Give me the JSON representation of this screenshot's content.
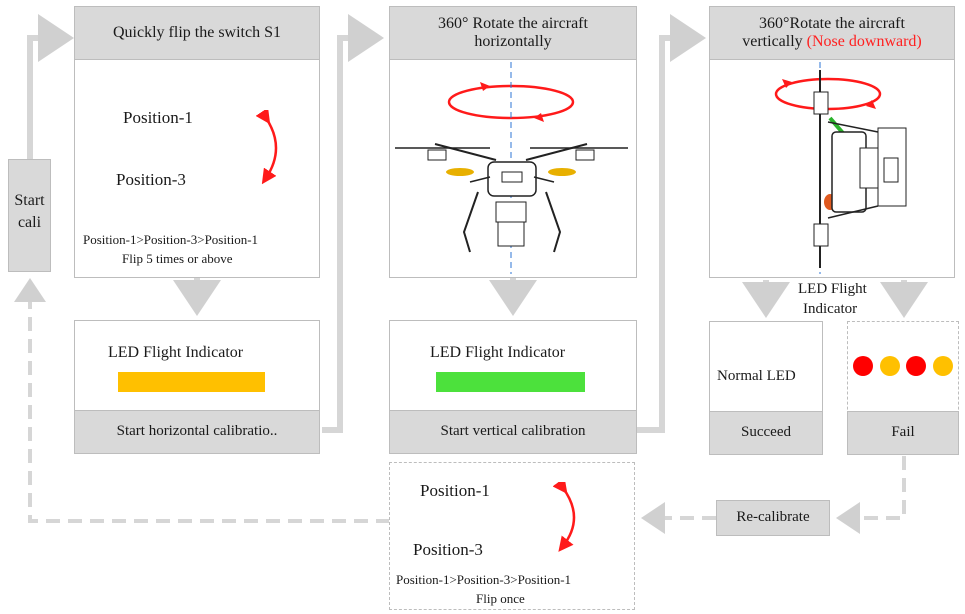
{
  "start": {
    "line1": "Start",
    "line2": "cali"
  },
  "step1": {
    "title": "Quickly flip the switch S1",
    "pos1": "Position-1",
    "pos3": "Position-3",
    "sequence": "Position-1>Position-3>Position-1",
    "repeat": "Flip 5 times or above",
    "led_label": "LED Flight Indicator",
    "led_color": "#ffc000",
    "footer": "Start horizontal calibratio.."
  },
  "step2": {
    "title_line1": "360° Rotate the aircraft",
    "title_line2": "horizontally",
    "led_label": "LED Flight Indicator",
    "led_color": "#4ce13c",
    "footer": "Start vertical calibration"
  },
  "step3": {
    "title_line1": "360°Rotate the aircraft",
    "title_line2a": "vertically ",
    "title_line2b": "(Nose downward)",
    "led_line1": "LED Flight",
    "led_line2": "Indicator"
  },
  "succeed": {
    "label": "Normal LED",
    "footer": "Succeed"
  },
  "fail": {
    "footer": "Fail",
    "dots": [
      "#ff0000",
      "#ffc000",
      "#ff0000",
      "#ffc000"
    ]
  },
  "recalibrate": {
    "label": "Re-calibrate"
  },
  "flip_once": {
    "pos1": "Position-1",
    "pos3": "Position-3",
    "sequence": "Position-1>Position-3>Position-1",
    "repeat": "Flip once"
  }
}
